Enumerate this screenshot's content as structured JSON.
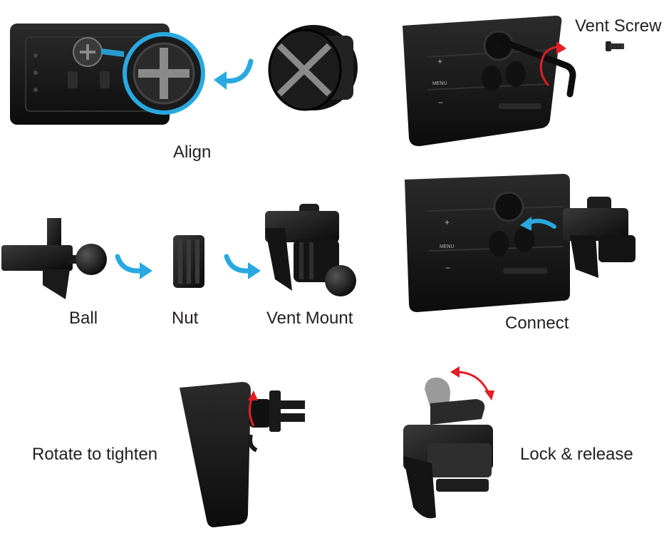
{
  "labels": {
    "align": "Align",
    "vent_screw": "Vent Screw",
    "ball": "Ball",
    "nut": "Nut",
    "vent_mount": "Vent Mount",
    "connect": "Connect",
    "rotate": "Rotate to tighten",
    "lock": "Lock & release"
  },
  "device_buttons": {
    "plus": "+",
    "menu": "MENU",
    "minus": "−"
  },
  "colors": {
    "arrow_blue": "#29a9e0",
    "rotate_red": "#e31e24",
    "device_black": "#161616",
    "text": "#231f20"
  },
  "icons": [
    "curved-arrow-icon",
    "rotation-arrow-icon",
    "screw-icon",
    "allen-key-icon"
  ]
}
